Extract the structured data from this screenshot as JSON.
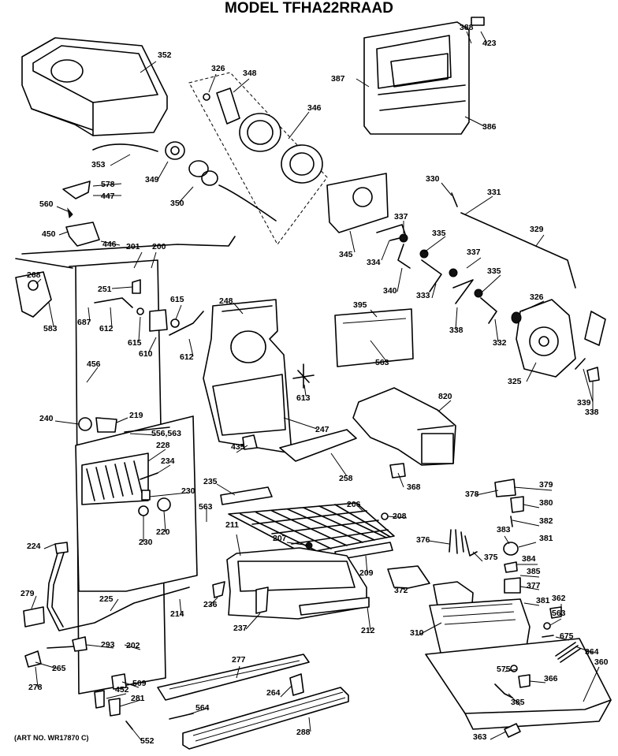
{
  "title": "MODEL TFHA22RRAAD",
  "art_number": "(ART NO. WR17870 C)",
  "labels": [
    "352",
    "326",
    "348",
    "346",
    "387",
    "388",
    "423",
    "386",
    "349",
    "353",
    "350",
    "578",
    "447",
    "560",
    "345",
    "330",
    "331",
    "337",
    "335",
    "450",
    "446",
    "201",
    "200",
    "334",
    "329",
    "268",
    "251",
    "340",
    "333",
    "337",
    "335",
    "326",
    "615",
    "248",
    "395",
    "338",
    "332",
    "687",
    "612",
    "615",
    "610",
    "612",
    "563",
    "325",
    "583",
    "456",
    "613",
    "820",
    "339",
    "338",
    "240",
    "219",
    "556,563",
    "247",
    "228",
    "234",
    "435",
    "258",
    "368",
    "378",
    "379",
    "235",
    "230",
    "563",
    "206",
    "380",
    "208",
    "382",
    "220",
    "211",
    "207",
    "376",
    "383",
    "230",
    "375",
    "381",
    "224",
    "209",
    "384",
    "385",
    "377",
    "236",
    "372",
    "381",
    "362",
    "279",
    "225",
    "214",
    "563",
    "237",
    "212",
    "310",
    "675",
    "364",
    "293",
    "360",
    "202",
    "265",
    "277",
    "575",
    "366",
    "509",
    "264",
    "278",
    "385",
    "452",
    "281",
    "564",
    "552",
    "288",
    "363"
  ]
}
